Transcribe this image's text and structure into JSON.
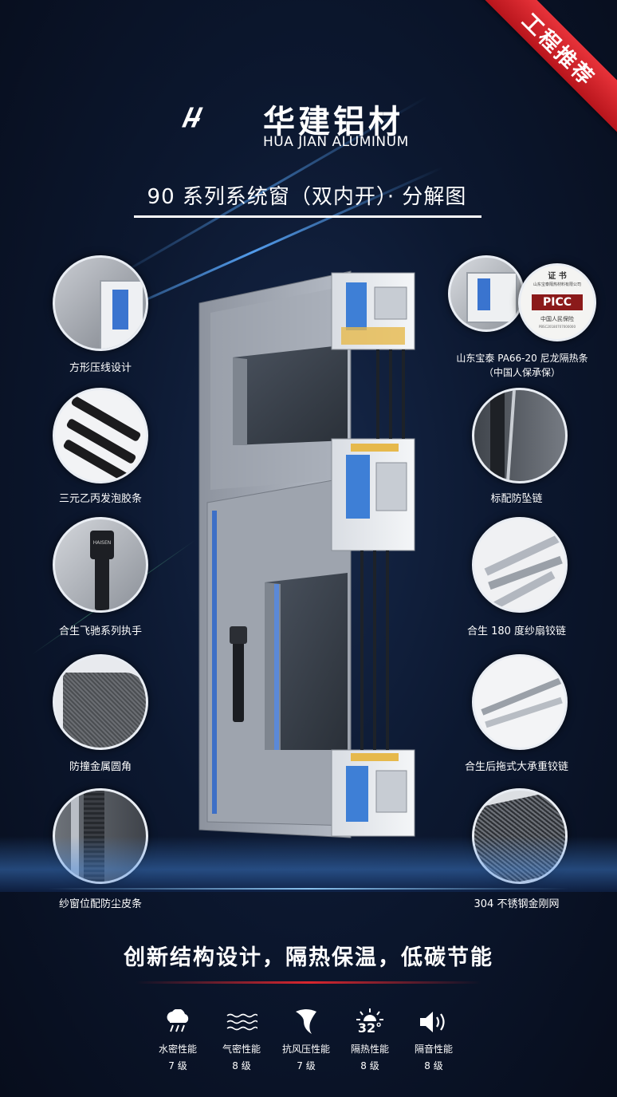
{
  "ribbon": {
    "label": "工程推荐"
  },
  "brand": {
    "name_cn": "华建铝材",
    "name_en": "HUA JIAN ALUMINUM"
  },
  "title": "90 系列系统窗（双内开）· 分解图",
  "features_left": [
    {
      "label": "方形压线设计"
    },
    {
      "label": "三元乙丙发泡胶条"
    },
    {
      "label": "合生飞驰系列执手"
    },
    {
      "label": "防撞金属圆角"
    },
    {
      "label": "纱窗位配防尘皮条"
    }
  ],
  "features_right": [
    {
      "label": "山东宝泰 PA66-20 尼龙隔热条",
      "sub": "（中国人保承保）"
    },
    {
      "label": "标配防坠链"
    },
    {
      "label": "合生 180 度纱扇铰链"
    },
    {
      "label": "合生后拖式大承重铰链"
    },
    {
      "label": "304 不锈钢金刚网"
    }
  ],
  "certificate": {
    "heading": "证 书",
    "company": "山东宝泰隔热材料有限公司",
    "logo": "PICC",
    "insurer": "中国人民保险",
    "code": "PBSC20180707000000"
  },
  "handle_badge": "HAISEN",
  "slogan": "创新结构设计，隔热保温，低碳节能",
  "performance": [
    {
      "icon": "rain-cloud-icon",
      "name": "水密性能",
      "level": "7 级"
    },
    {
      "icon": "air-wave-icon",
      "name": "气密性能",
      "level": "8 级"
    },
    {
      "icon": "tornado-icon",
      "name": "抗风压性能",
      "level": "7 级"
    },
    {
      "icon": "sun-temperature-icon",
      "name": "隔热性能",
      "level": "8 级",
      "badge": "32°"
    },
    {
      "icon": "speaker-icon",
      "name": "隔音性能",
      "level": "8 级"
    }
  ]
}
